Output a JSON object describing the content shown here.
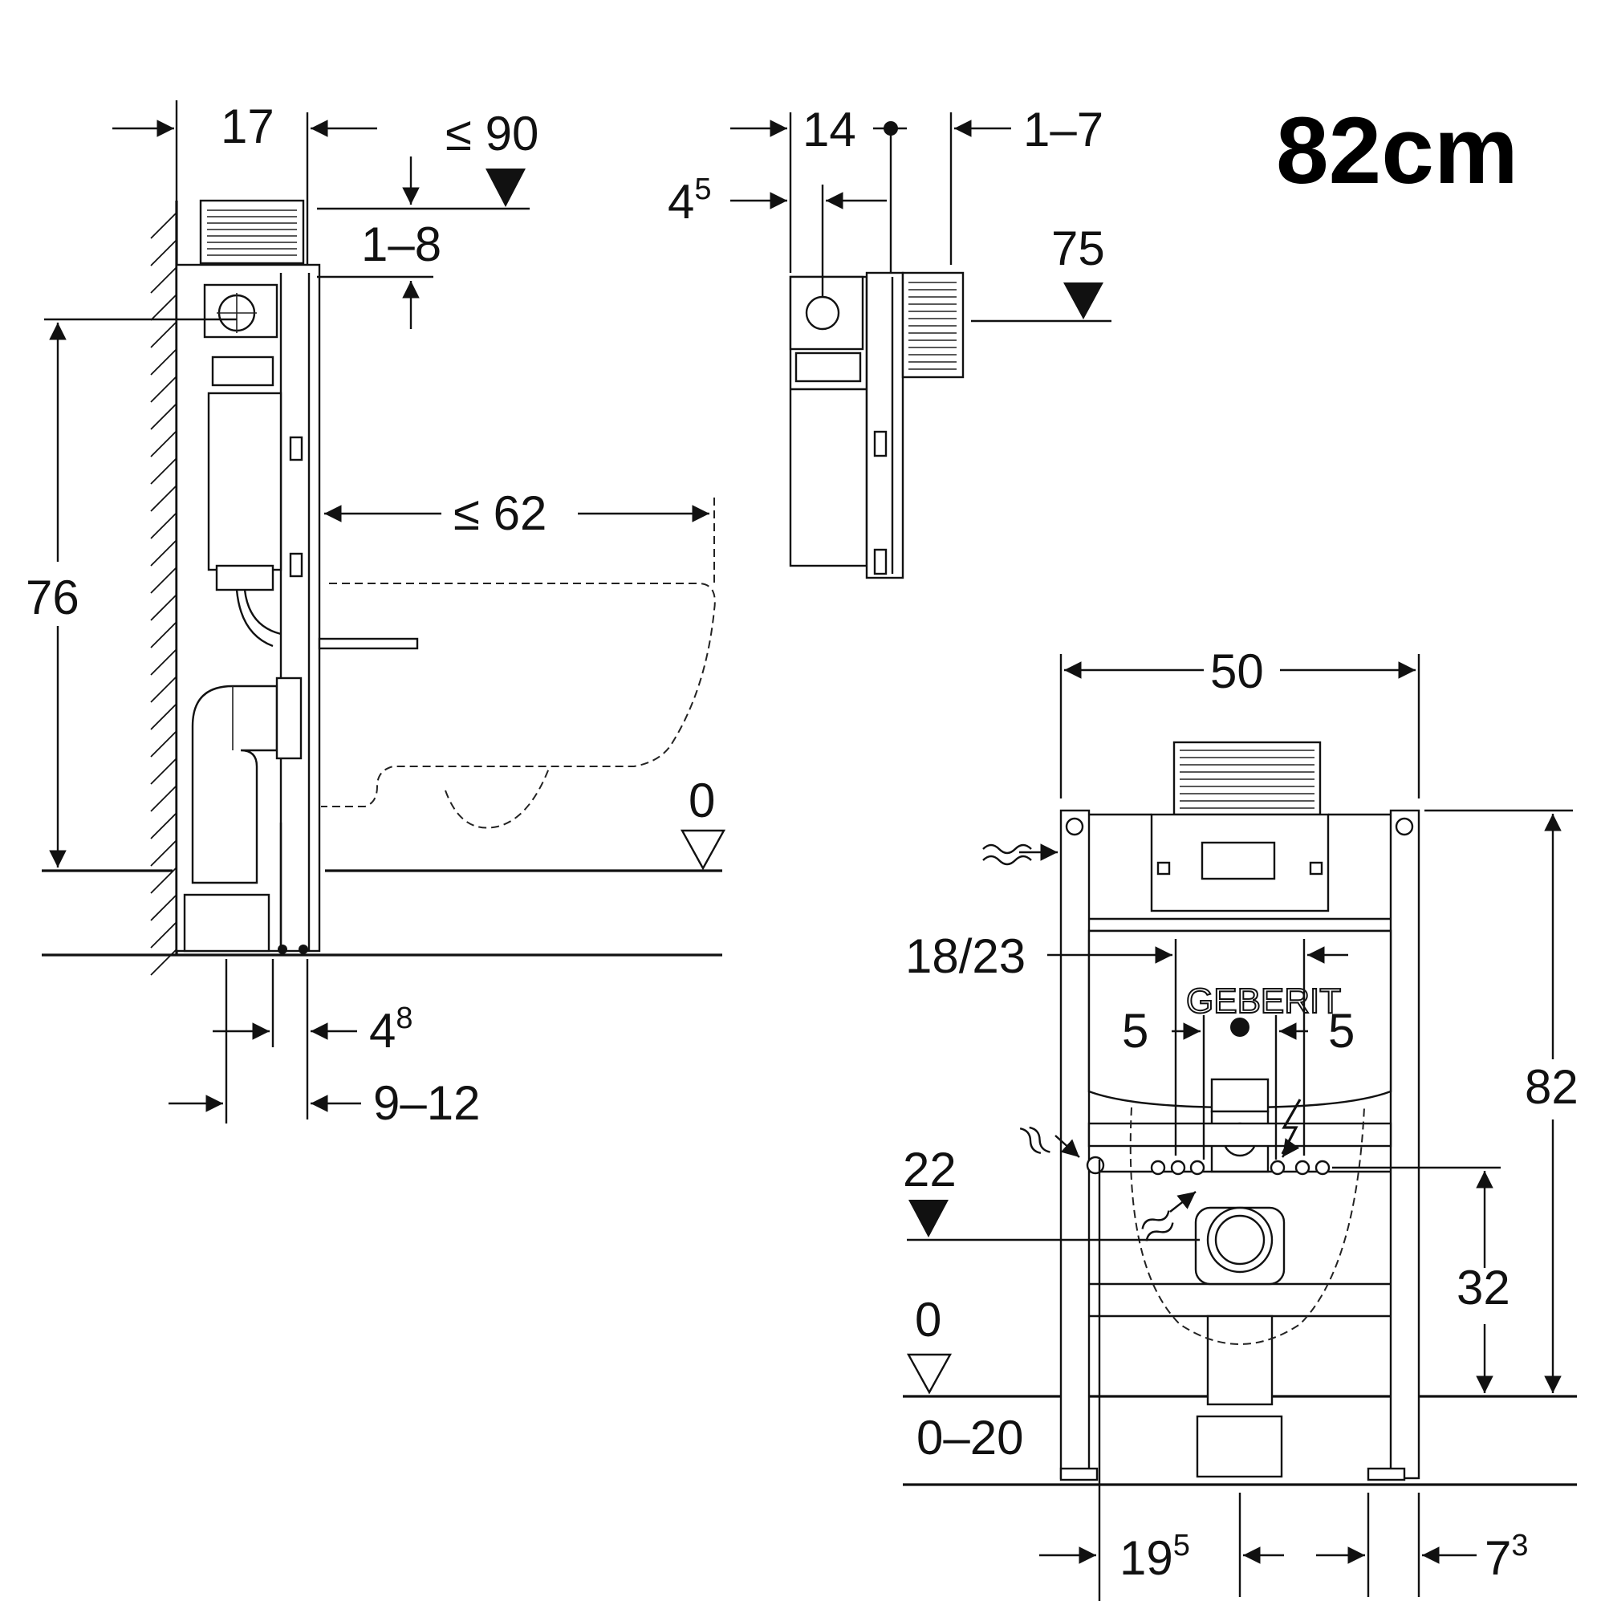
{
  "title": "82cm",
  "side_view": {
    "dim_width": "17",
    "dim_max_height": "≤ 90",
    "dim_plate_adjust": "1–8",
    "dim_height": "76",
    "dim_projection": "≤ 62",
    "dim_floor_level": "0",
    "dim_foot_offset_base": "4",
    "dim_foot_offset_sup": "8",
    "dim_depth_range": "9–12"
  },
  "small_view": {
    "dim_depth": "14",
    "dim_offset_base": "4",
    "dim_offset_sup": "5",
    "dim_wall_range": "1–7",
    "dim_level": "75"
  },
  "front_view": {
    "brand": "GEBERIT",
    "dim_width": "50",
    "dim_spacing": "18/23",
    "dim_left_5": "5",
    "dim_right_5": "5",
    "dim_total_height": "82",
    "dim_drain_height": "22",
    "dim_bolt_height": "32",
    "dim_floor_level": "0",
    "dim_leg_adjust": "0–20",
    "dim_drain_offset_base": "19",
    "dim_drain_offset_sup": "5",
    "dim_right_offset_base": "7",
    "dim_right_offset_sup": "3"
  },
  "icons": {
    "water_left": "water-supply-icon",
    "water_left_lower": "water-supply-icon",
    "water_center": "water-supply-icon",
    "power": "electrical-supply-icon"
  }
}
